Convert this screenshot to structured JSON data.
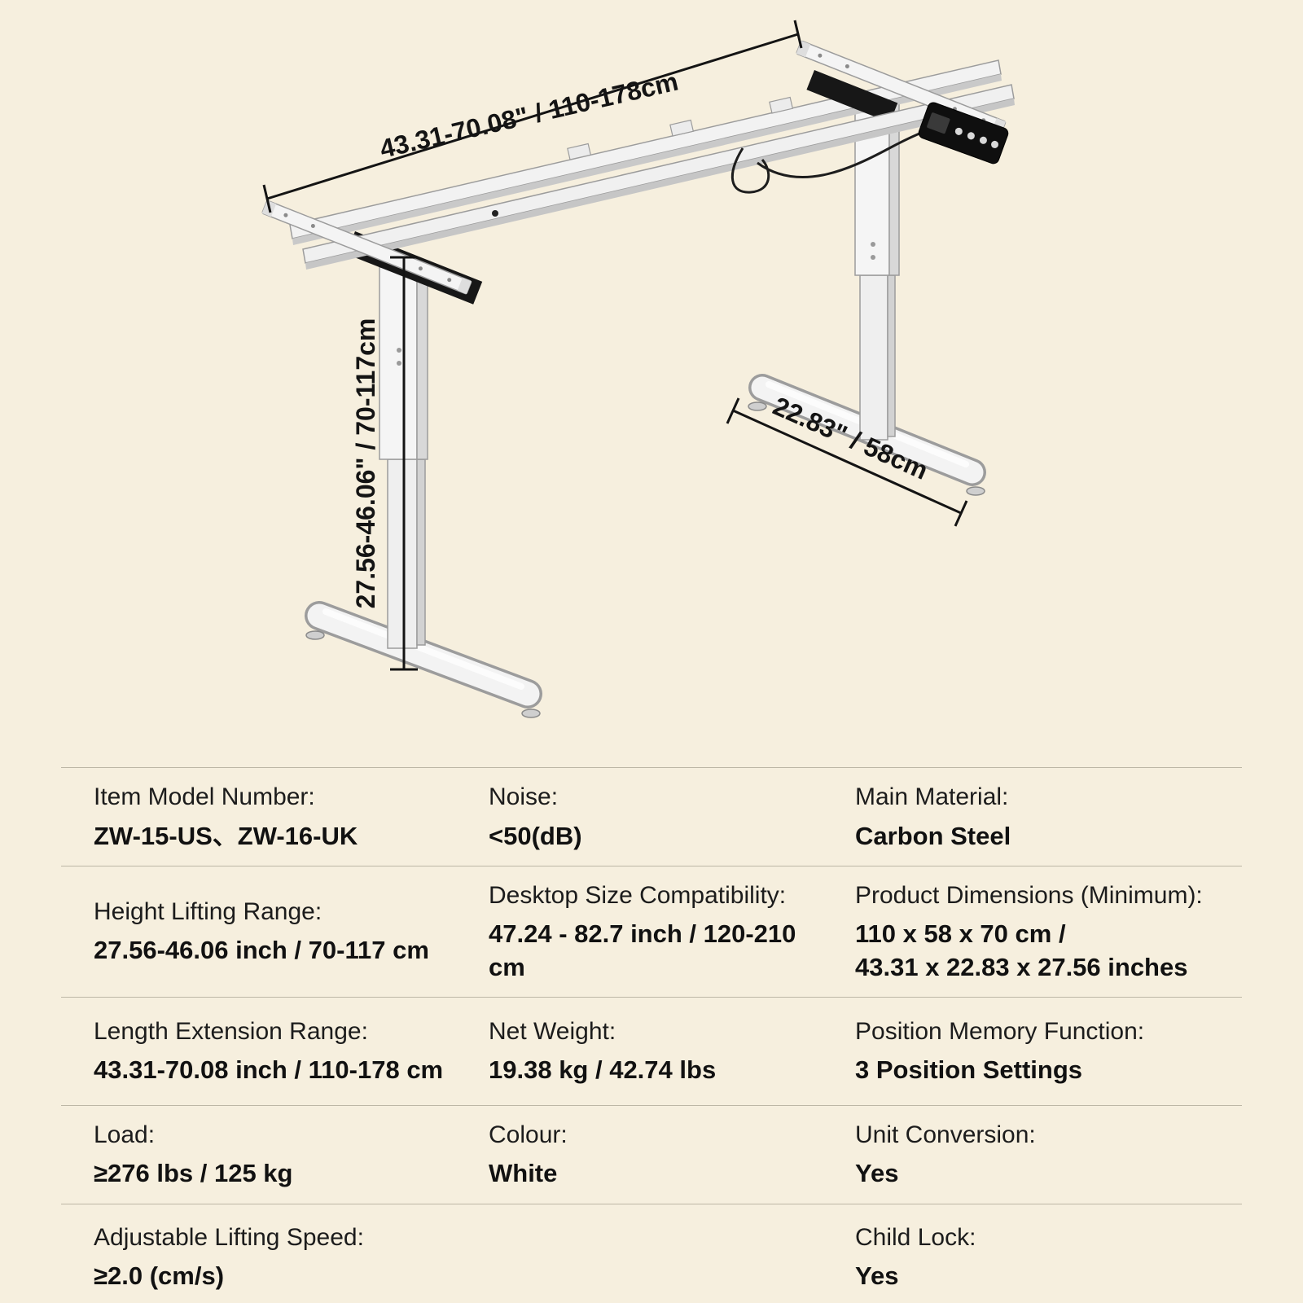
{
  "diagram": {
    "dimensions": {
      "length": "43.31-70.08\" / 110-178cm",
      "height": "27.56-46.06\" / 70-117cm",
      "depth": "22.83\" / 58cm"
    }
  },
  "specs": {
    "rows": [
      {
        "cells": [
          {
            "label": "Item Model Number:",
            "value": "ZW-15-US、ZW-16-UK"
          },
          {
            "label": "Noise:",
            "value": "<50(dB)"
          },
          {
            "label": "Main Material:",
            "value": "Carbon Steel"
          }
        ]
      },
      {
        "cells": [
          {
            "label": "Height Lifting Range:",
            "value": "27.56-46.06 inch / 70-117 cm"
          },
          {
            "label": "Desktop Size Compatibility:",
            "value": "47.24 - 82.7 inch / 120-210 cm"
          },
          {
            "label": "Product Dimensions (Minimum):",
            "value": "110 x 58 x 70 cm /\n43.31 x 22.83 x 27.56 inches"
          }
        ]
      },
      {
        "cells": [
          {
            "label": "Length Extension Range:",
            "value": "43.31-70.08 inch / 110-178 cm"
          },
          {
            "label": "Net Weight:",
            "value": "19.38 kg / 42.74 lbs"
          },
          {
            "label": "Position Memory Function:",
            "value": "3 Position Settings"
          }
        ]
      },
      {
        "cells": [
          {
            "label": "Load:",
            "value": "≥276 lbs / 125 kg"
          },
          {
            "label": "Colour:",
            "value": "White"
          },
          {
            "label": "Unit Conversion:",
            "value": "Yes"
          }
        ]
      },
      {
        "cells": [
          {
            "label": "Adjustable Lifting Speed:",
            "value": "≥2.0 (cm/s)"
          },
          {
            "label": "",
            "value": ""
          },
          {
            "label": "Child Lock:",
            "value": "Yes"
          }
        ]
      }
    ]
  },
  "colors": {
    "background": "#f6efde",
    "divider": "#bdb7a6",
    "frame": "#f2f2f2",
    "annotation": "#141414"
  }
}
